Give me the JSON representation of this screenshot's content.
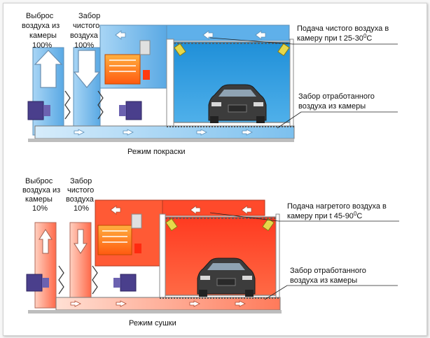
{
  "colors": {
    "top_room": "#2f9ee2",
    "top_room_light": "#8fc8f0",
    "top_duct": "#6fb3e8",
    "top_duct_light": "#bfe0f7",
    "bottom_room": "#ff4a2b",
    "bottom_room_light": "#ff8a70",
    "bottom_duct": "#ff6a4a",
    "bottom_duct_light": "#ffc0b0",
    "structure": "#9a9a9a",
    "fan": "#4a3f8c",
    "heater": "#ff7a10",
    "filter": "#e6d84a"
  },
  "top": {
    "exhaust_label": [
      "Выброс",
      "воздуха из",
      "камеры",
      "100%"
    ],
    "intake_label": [
      "Забор",
      "чистого",
      "воздуха",
      "100%"
    ],
    "supply_label": [
      "Подача чистого воздуха в",
      "камеру при t 25-30",
      "C"
    ],
    "supply_degree": "0",
    "return_label": [
      "Забор отработанного",
      "воздуха из камеры"
    ],
    "caption": "Режим покраски"
  },
  "bottom": {
    "exhaust_label": [
      "Выброс",
      "воздуха из",
      "камеры",
      "10%"
    ],
    "intake_label": [
      "Забор",
      "чистого",
      "воздуха",
      "10%"
    ],
    "supply_label": [
      "Подача нагретого воздуха в",
      "камеру при t 45-90",
      "C"
    ],
    "supply_degree": "0",
    "return_label": [
      "Забор отработанного",
      "воздуха из камеры"
    ],
    "caption": "Режим сушки"
  },
  "icons": {
    "car": "car-icon",
    "fan": "fan-icon",
    "heater": "heater-icon",
    "arrow": "airflow-arrow-icon",
    "filter": "filter-lamp-icon"
  }
}
